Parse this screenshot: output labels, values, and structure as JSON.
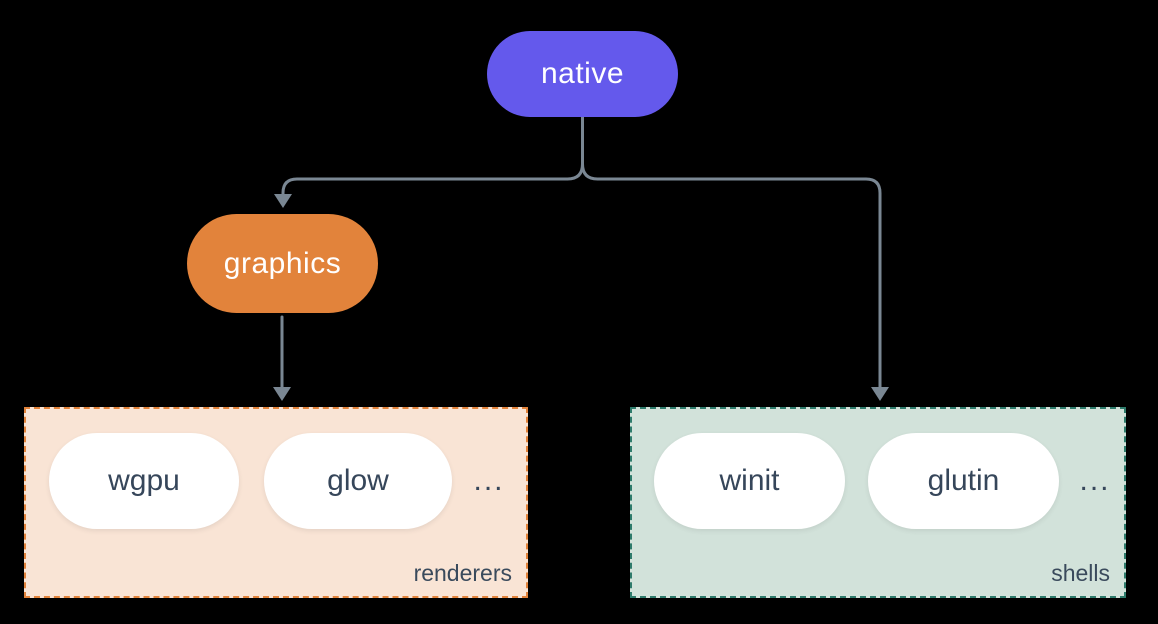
{
  "diagram": {
    "background_color": "#000000",
    "connector_color": "#7A8793",
    "nodes": {
      "native": {
        "label": "native",
        "fill": "#6459EC",
        "text_color": "#FFFFFF"
      },
      "graphics": {
        "label": "graphics",
        "fill": "#E2833B",
        "text_color": "#FFFFFF"
      }
    },
    "groups": {
      "renderers": {
        "label": "renderers",
        "fill": "#F9E4D5",
        "border_color": "#E2833B",
        "item_fill": "#FFFFFF",
        "item_text_color": "#36465A",
        "items": [
          "wgpu",
          "glow"
        ],
        "ellipsis": "..."
      },
      "shells": {
        "label": "shells",
        "fill": "#D2E2DA",
        "border_color": "#2E7B6B",
        "item_fill": "#FFFFFF",
        "item_text_color": "#36465A",
        "items": [
          "winit",
          "glutin"
        ],
        "ellipsis": "..."
      }
    },
    "edges": [
      {
        "from": "native",
        "to": "graphics"
      },
      {
        "from": "native",
        "to": "shells"
      },
      {
        "from": "graphics",
        "to": "renderers"
      }
    ]
  }
}
